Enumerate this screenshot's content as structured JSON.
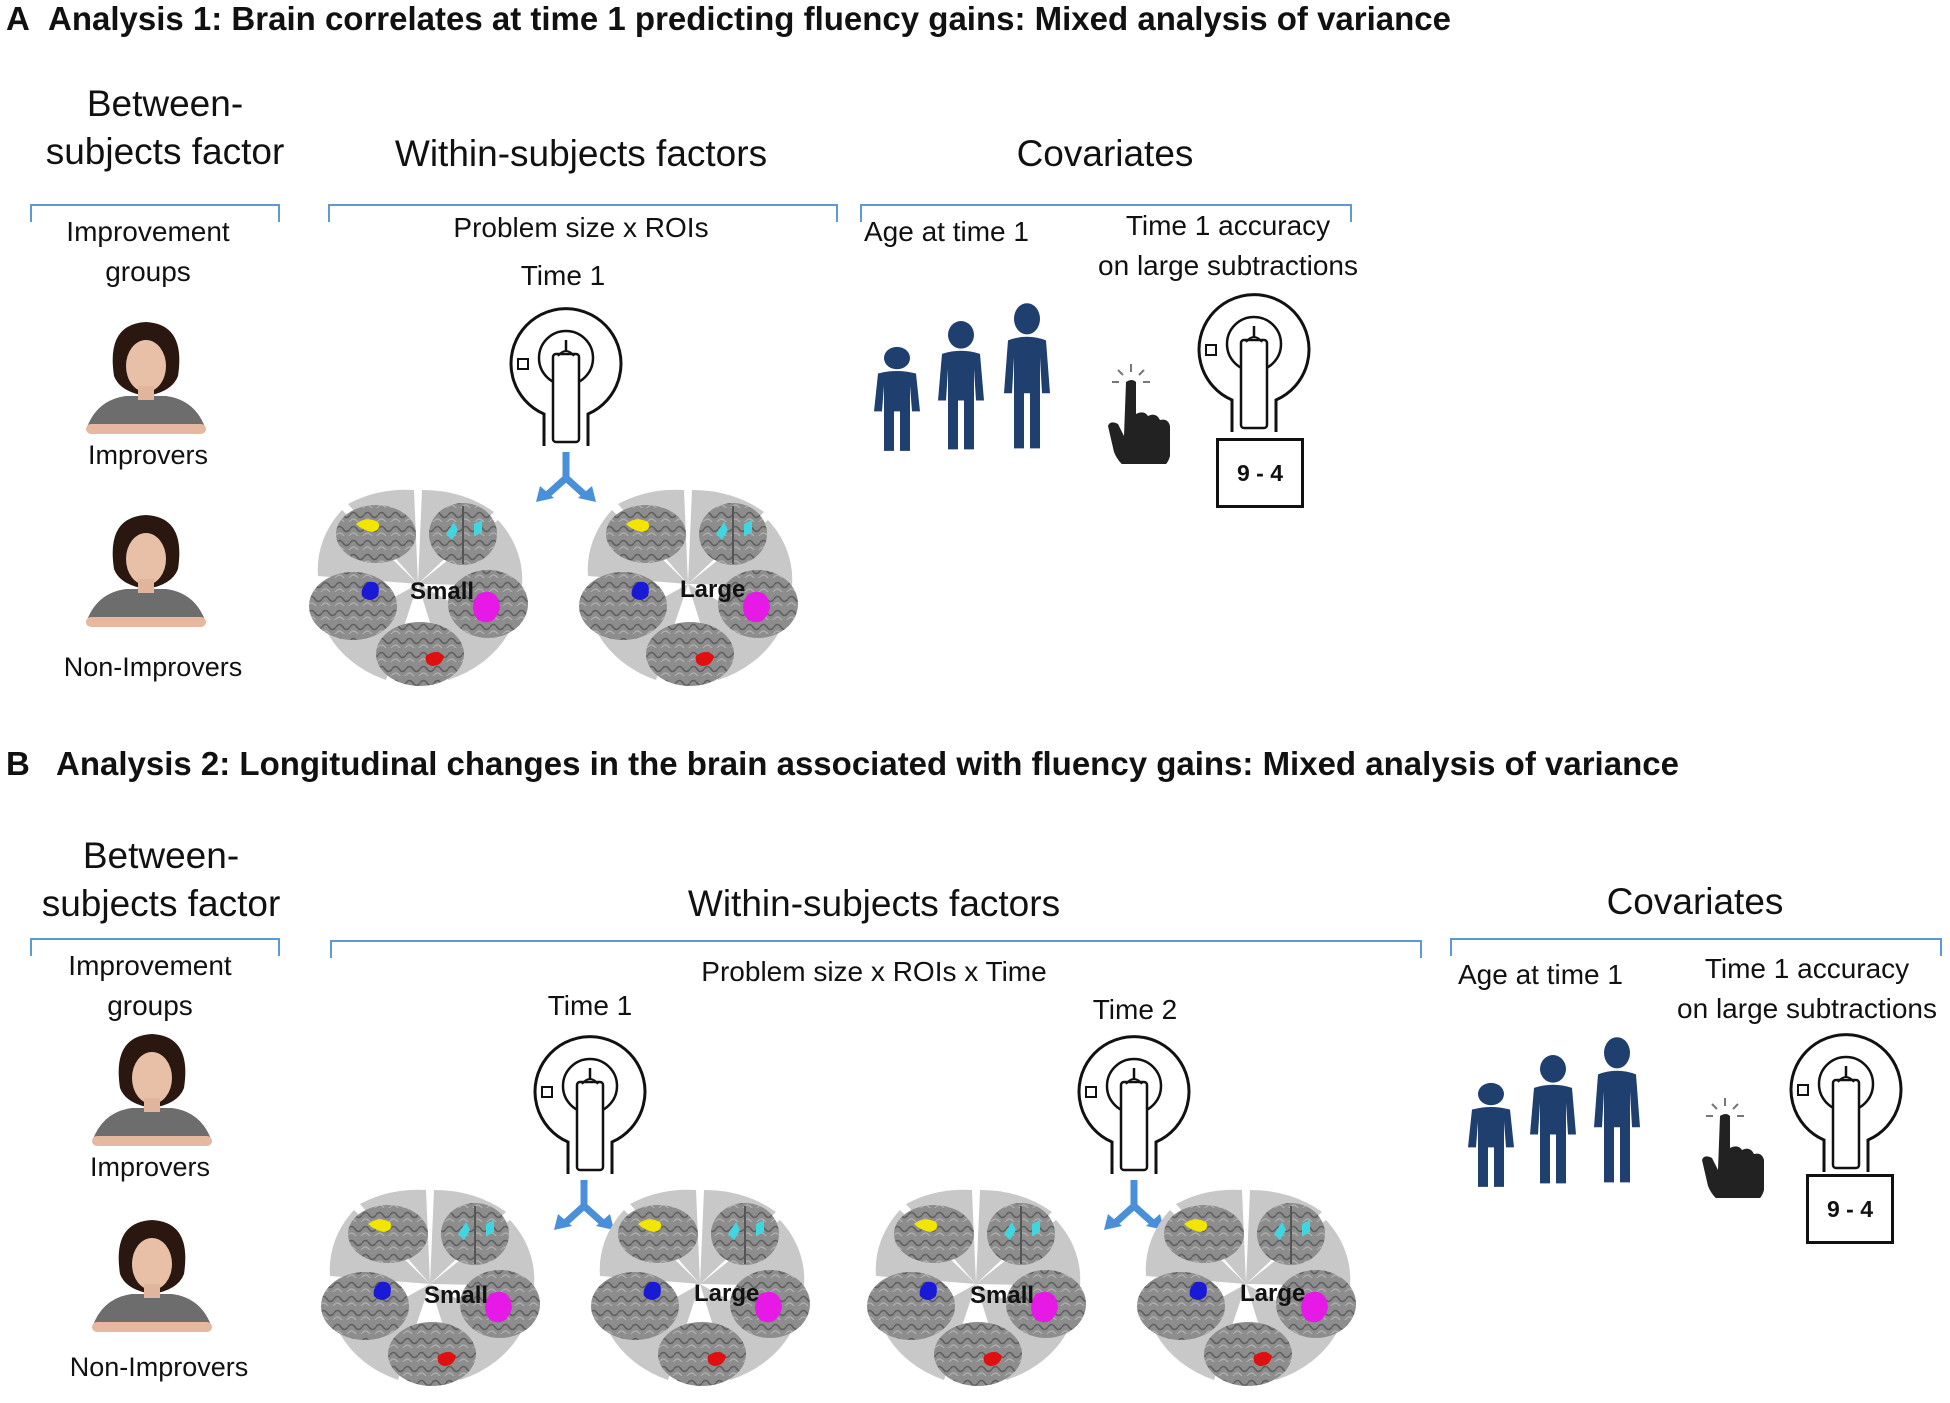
{
  "panel_a": {
    "letter": "A",
    "title": "Analysis 1: Brain correlates at time 1 predicting fluency gains: Mixed analysis of variance",
    "between": {
      "heading": "Between-\nsubjects factor",
      "sub": "Improvement\ngroups",
      "group1": "Improvers",
      "group2": "Non-Improvers"
    },
    "within": {
      "heading": "Within-subjects factors",
      "sub": "Problem size x ROIs",
      "time": "Time 1",
      "small": "Small",
      "large": "Large"
    },
    "covariates": {
      "heading": "Covariates",
      "age": "Age at time 1",
      "accuracy": "Time 1 accuracy\non large subtractions",
      "problem": "9 - 4"
    }
  },
  "panel_b": {
    "letter": "B",
    "title": "Analysis 2: Longitudinal changes in the brain associated with fluency gains: Mixed analysis of variance",
    "between": {
      "heading": "Between-\nsubjects factor",
      "sub": "Improvement\ngroups",
      "group1": "Improvers",
      "group2": "Non-Improvers"
    },
    "within": {
      "heading": "Within-subjects factors",
      "sub": "Problem size x ROIs x Time",
      "time1": "Time 1",
      "time2": "Time 2",
      "small": "Small",
      "large": "Large"
    },
    "covariates": {
      "heading": "Covariates",
      "age": "Age at time 1",
      "accuracy": "Time 1 accuracy\non large subtractions",
      "problem": "9 - 4"
    }
  },
  "colors": {
    "brace": "#5b9bd5",
    "arrow": "#4a90d9",
    "person": "#1f3f6e",
    "roi_yellow": "#f2e600",
    "roi_cyan": "#3fd6e0",
    "roi_blue": "#1a1ad6",
    "roi_magenta": "#e619e6",
    "roi_red": "#e01010",
    "brain": "#8d8d8d",
    "sector": "#c8c8c8"
  },
  "icons": [
    "face-icon",
    "mri-scanner-icon",
    "brain-icon",
    "person-icon",
    "hand-click-icon",
    "split-arrow-icon"
  ]
}
